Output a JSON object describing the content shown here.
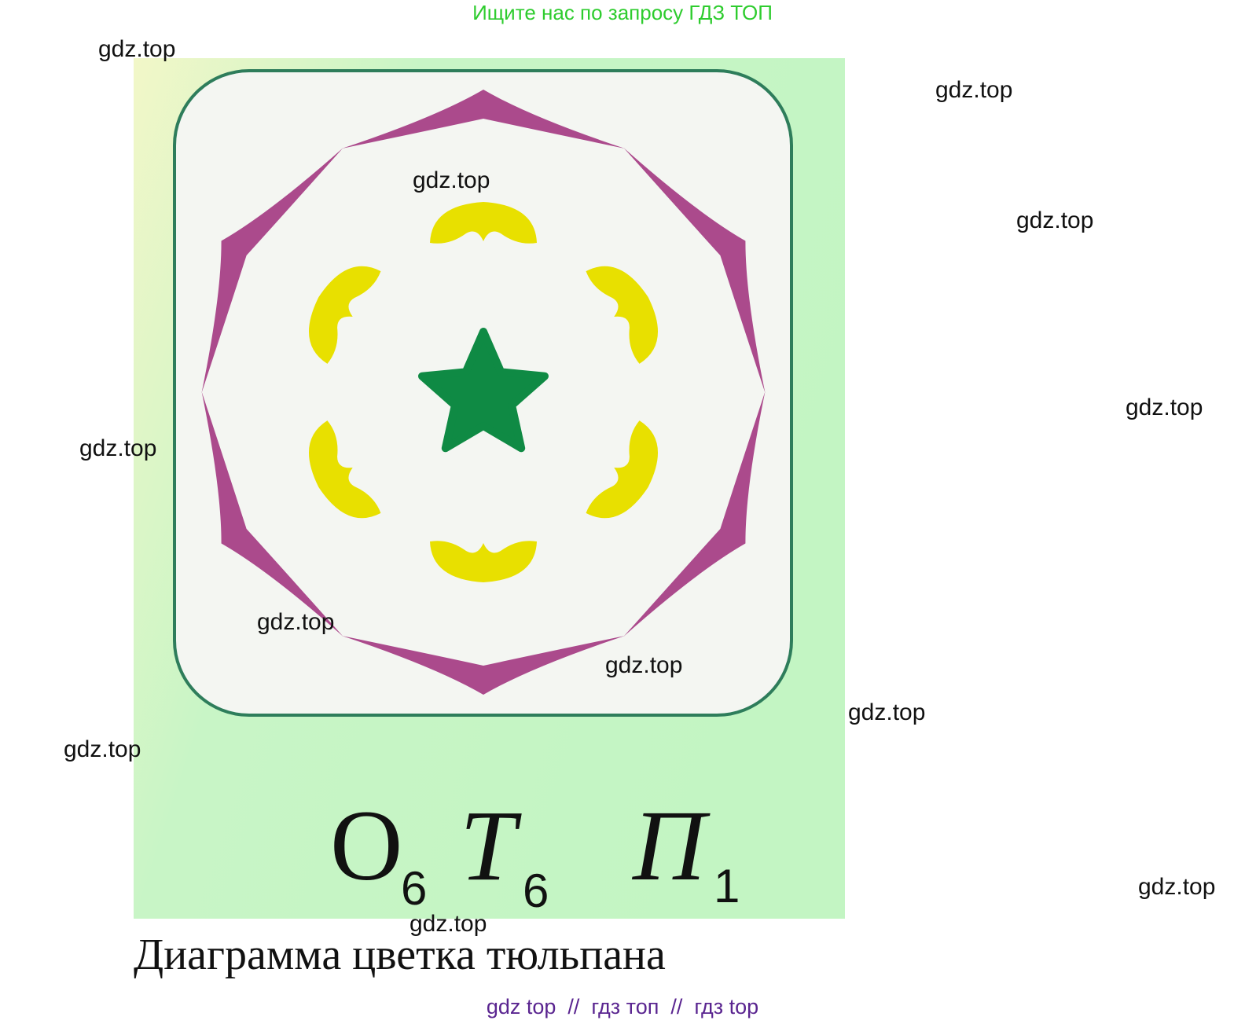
{
  "banner": {
    "text": "Ищите нас по запросу ГДЗ ТОП"
  },
  "formula": {
    "terms": [
      {
        "letter": "O",
        "count": "6"
      },
      {
        "letter": "T",
        "count": "6"
      },
      {
        "letter": "П",
        "count": "1"
      }
    ]
  },
  "caption": "Диаграмма цветка тюльпана",
  "footer": "gdz top  //  гдз топ  //  гдз top",
  "watermarks": [
    "gdz.top",
    "gdz.top",
    "gdz.top",
    "gdz.top",
    "gdz.top",
    "gdz.top",
    "gdz.top",
    "gdz.top",
    "gdz.top",
    "gdz.top",
    "gdz.top",
    "gdz.top"
  ],
  "colors": {
    "background_gradient": [
      "#f2f7c8",
      "#c3f5c3"
    ],
    "panel": "#f4f6f2",
    "panel_border": "#2e7d5b",
    "tepal": "#ab4a8c",
    "stamen": "#e8e000",
    "pistil": "#0f8a44"
  },
  "diagram": {
    "tepals": 6,
    "stamens": 6,
    "pistil": "star-5"
  }
}
